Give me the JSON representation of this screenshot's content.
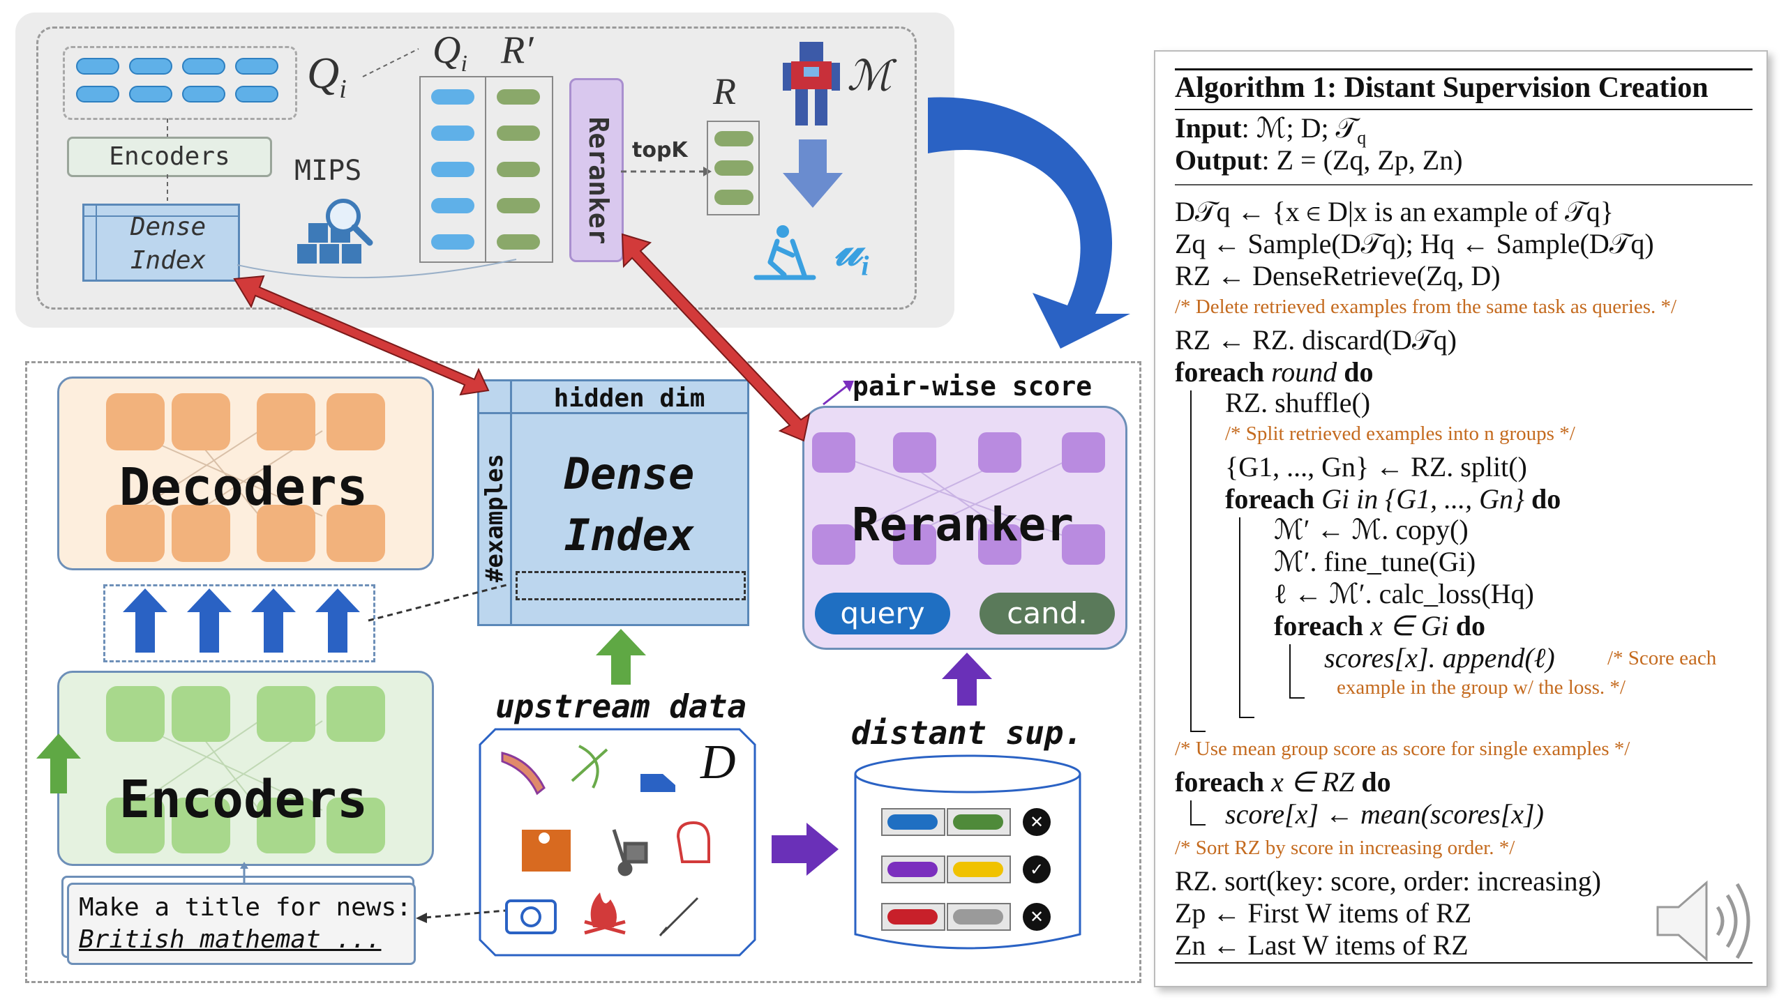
{
  "diagram": {
    "retrieval": {
      "q_label": "Q",
      "q_sub": "i",
      "q2_label": "Q",
      "q2_sub": "i",
      "r_prime_label": "R′",
      "r_label": "R",
      "m_label": "ℳ",
      "u_label": "𝓊",
      "u_sub": "i",
      "encoders_label": "Encoders",
      "mips_label": "MIPS",
      "dense_index_small": [
        "Dense",
        "Index"
      ],
      "reranker_small": "Reranker",
      "topk_label": "topK"
    },
    "architecture": {
      "decoders_label": "Decoders",
      "encoders_label": "Encoders",
      "hidden_dim_label": "hidden dim",
      "examples_label": "#examples",
      "dense_index_big": [
        "Dense",
        "Index"
      ],
      "pairwise_label": "pair-wise score",
      "reranker_big": "Reranker",
      "query_label": "query",
      "cand_label": "cand.",
      "upstream_label": "upstream data",
      "d_label": "D",
      "distant_label": "distant sup.",
      "news_line1": "Make a title for news:",
      "news_line2": "British mathemat ...",
      "icons": [
        "boomerang-icon",
        "bow-arrow-icon",
        "sneaker-icon",
        "climber-icon",
        "hand-truck-icon",
        "boxing-glove-icon",
        "camera-icon",
        "campfire-icon",
        "pen-icon"
      ],
      "rows": [
        {
          "colors": [
            "#1f6fc2",
            "#4f8a3a"
          ],
          "mark": "✕"
        },
        {
          "colors": [
            "#7b2fbe",
            "#f0c200"
          ],
          "mark": "✓"
        },
        {
          "colors": [
            "#c8202a",
            "#9a9a9a"
          ],
          "mark": "✕"
        }
      ]
    },
    "colors": {
      "decoder": "#f2b27c",
      "encoder": "#a8d88c",
      "reranker": "#b98be0",
      "dense": "#bcd6ee",
      "query": "#1f6fc2",
      "cand": "#5a7a5a",
      "red_arrow": "#d23a3a",
      "blue_arrow": "#2a62c4"
    }
  },
  "algorithm": {
    "title": "Algorithm 1: Distant Supervision Creation",
    "input_kw": "Input",
    "input_val": ": ℳ; D; 𝒯",
    "input_sub": "q",
    "output_kw": "Output",
    "output_val": ": Z = (Z",
    "output_tail": "q, Zp, Zn)",
    "l1": "D𝒯q ← {x ∈ D|x is an example of 𝒯q}",
    "l2": "Zq ← Sample(D𝒯q);   Hq ← Sample(D𝒯q)",
    "l3": "RZ ← DenseRetrieve(Zq, D)",
    "c1": "/* Delete retrieved examples from the same task as queries. */",
    "l4": "RZ ← RZ. discard(D𝒯q)",
    "l5_kw": "foreach",
    "l5_mid": " round ",
    "l5_do": "do",
    "l6": "RZ. shuffle()",
    "c2": "/* Split retrieved examples into n groups */",
    "l7": "{G1, ..., Gn} ← RZ. split()",
    "l8_kw": "foreach",
    "l8_mid": " Gi in {G1, ..., Gn} ",
    "l8_do": "do",
    "l9": "ℳ′ ← ℳ. copy()",
    "l10": "ℳ′. fine_tune(Gi)",
    "l11": "ℓ ← ℳ′. calc_loss(Hq)",
    "l12_kw": "foreach",
    "l12_mid": " x ∈ Gi ",
    "l12_do": "do",
    "l13": "scores[x]. append(ℓ)",
    "c3a": "/* Score each",
    "c3b": "example in the group w/ the loss. */",
    "c4": "/* Use mean group score as score for single examples */",
    "l14_kw": "foreach",
    "l14_mid": " x ∈ RZ ",
    "l14_do": "do",
    "l15": "score[x] ← mean(scores[x])",
    "c5": "/* Sort RZ by score in increasing order. */",
    "l16": "RZ. sort(key: score, order: increasing)",
    "l17": "Zp ← First W items of RZ",
    "l18": "Zn ← Last W items of RZ"
  }
}
